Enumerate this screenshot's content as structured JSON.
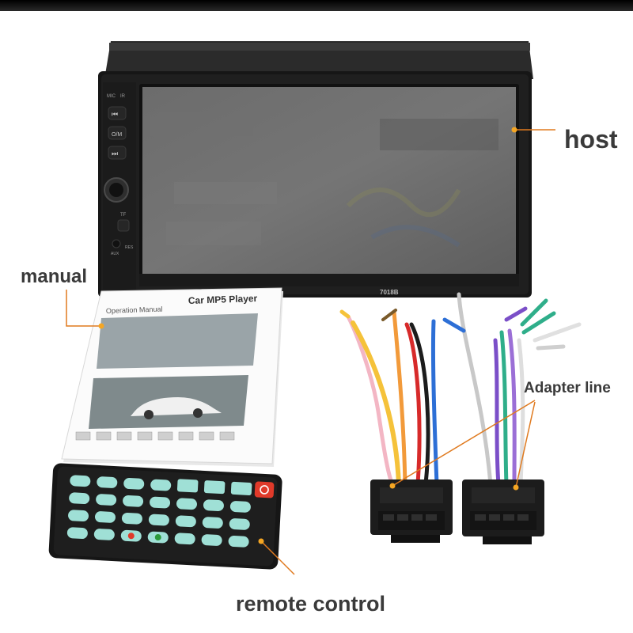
{
  "labels": {
    "host": "host",
    "manual": "manual",
    "adapter_line": "Adapter line",
    "remote_control": "remote control"
  },
  "head_unit": {
    "model": "7018B",
    "buttons": [
      "MIC",
      "IR",
      "⏮",
      "O/M",
      "⏭",
      "TF",
      "AUX",
      "RES"
    ]
  },
  "manual": {
    "title": "Car MP5 Player",
    "subtitle": "Operation Manual"
  },
  "colors": {
    "leader": "#e07a1f",
    "marker": "#f5a623",
    "frame": "#1c1c1c",
    "screen": "#6e6e6e",
    "remote_body": "#1a1a1a",
    "remote_key": "#9fe0d6",
    "power_key": "#e03a2a"
  }
}
